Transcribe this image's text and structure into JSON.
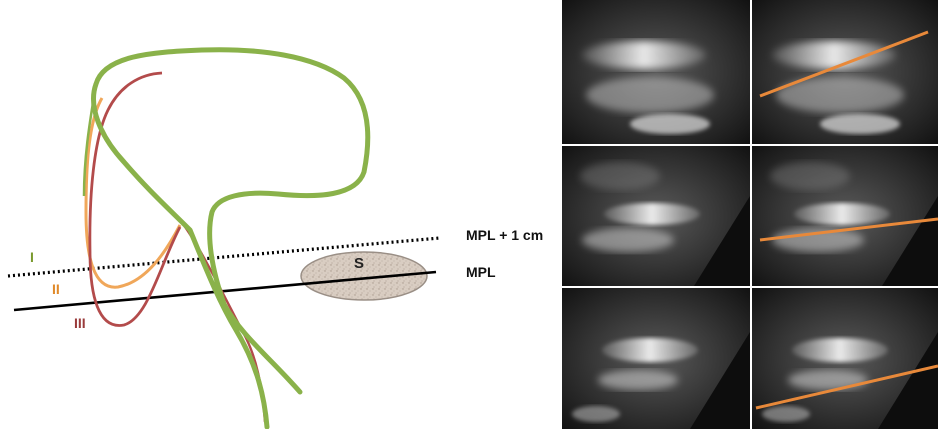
{
  "diagram": {
    "line_labels": {
      "upper": "MPL + 1 cm",
      "lower": "MPL"
    },
    "contour_labels": [
      {
        "text": "I",
        "color": "#7a9a2e"
      },
      {
        "text": "II",
        "color": "#e08a2a"
      },
      {
        "text": "III",
        "color": "#9a3b3b"
      }
    ],
    "ellipse_label": "S",
    "colors": {
      "green_contour": "#8ab24a",
      "orange_contour": "#f0a75a",
      "red_contour": "#b34b4b",
      "reference_line": "#000000",
      "ellipse_fill": "#d8cbc0",
      "ellipse_stroke": "#9a8f86"
    }
  },
  "image_panel": {
    "rows": 3,
    "columns": 2,
    "overlay_color": "#e8893a",
    "overlay_columns": [
      2
    ]
  }
}
